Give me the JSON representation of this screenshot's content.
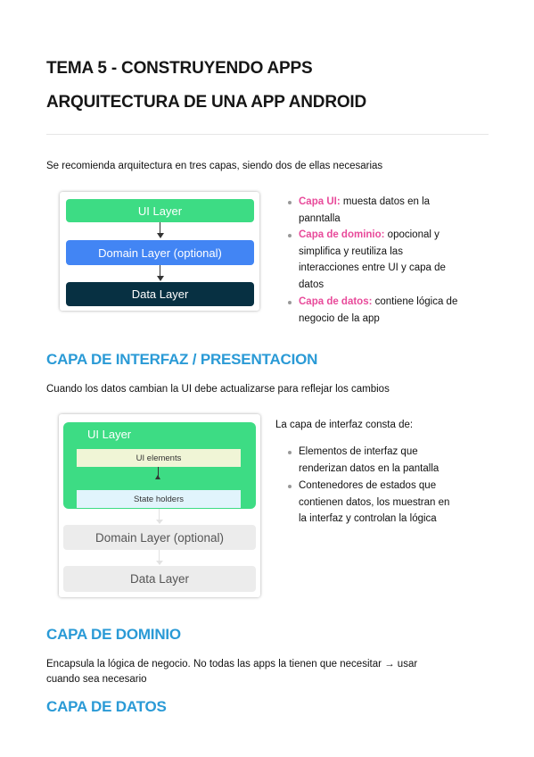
{
  "title": {
    "line1": "TEMA 5 - CONSTRUYENDO APPS",
    "line2": "ARQUITECTURA DE UNA APP ANDROID"
  },
  "intro": "Se recomienda arquitectura en tres capas, siendo dos de ellas necesarias",
  "diagram1": {
    "ui_layer": "UI Layer",
    "domain_layer": "Domain Layer (optional)",
    "data_layer": "Data Layer",
    "colors": {
      "ui": "#3ddc84",
      "domain": "#4285f4",
      "data": "#073042"
    }
  },
  "bullets1": [
    {
      "label": "Capa UI:",
      "text1": " muesta datos en la",
      "text2": "panntalla"
    },
    {
      "label": "Capa de dominio:",
      "text1": " opocional y",
      "text2": "simplifica y reutiliza las",
      "text3": "interacciones entre UI y capa de",
      "text4": "datos"
    },
    {
      "label": "Capa de datos:",
      "text1": " contiene lógica de",
      "text2": "negocio de la app"
    }
  ],
  "section_interfaz": {
    "heading": "CAPA DE INTERFAZ / PRESENTACION",
    "text": "Cuando los datos cambian la UI debe actualizarse para reflejar los cambios",
    "side_intro": "La capa de interfaz consta de:",
    "bullets": [
      {
        "l1": "Elementos de interfaz que",
        "l2": "renderizan datos en la pantalla"
      },
      {
        "l1": "Contenedores de estados que",
        "l2": "contienen datos, los muestran en",
        "l3": "la interfaz y controlan la lógica"
      }
    ]
  },
  "diagram2": {
    "ui_layer": "UI Layer",
    "ui_elements": "UI elements",
    "state_holders": "State holders",
    "domain_layer": "Domain Layer (optional)",
    "data_layer": "Data Layer"
  },
  "section_dominio": {
    "heading": "CAPA DE DOMINIO",
    "line1": "Encapsula la lógica de negocio. No todas las apps la tienen que necesitar → usar",
    "line2": "cuando sea necesario"
  },
  "section_datos": {
    "heading": "CAPA DE DATOS"
  }
}
